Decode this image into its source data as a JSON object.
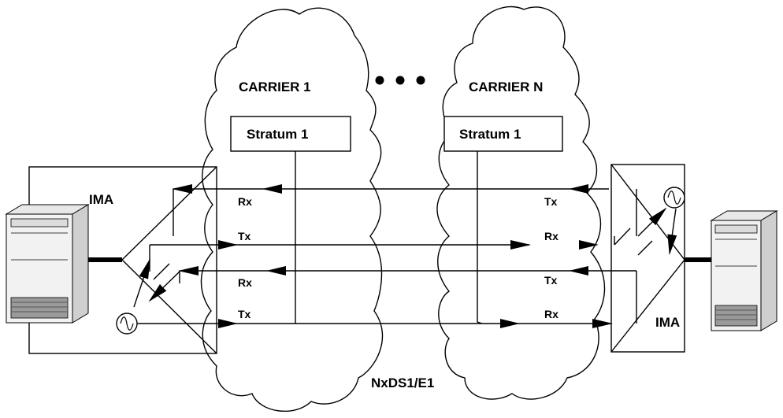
{
  "carriers": [
    {
      "name": "CARRIER 1",
      "clock": "Stratum 1"
    },
    {
      "name": "CARRIER N",
      "clock": "Stratum 1"
    }
  ],
  "left_device": {
    "label": "IMA"
  },
  "right_device": {
    "label": "IMA"
  },
  "link_labels": {
    "left": [
      "Rx",
      "Tx",
      "Rx",
      "Tx"
    ],
    "right": [
      "Tx",
      "Rx",
      "Tx",
      "Rx"
    ]
  },
  "bottom_label": "NxDS1/E1",
  "icons": [
    "server-icon",
    "oscillator-icon",
    "cloud-icon",
    "ellipsis-dots"
  ]
}
